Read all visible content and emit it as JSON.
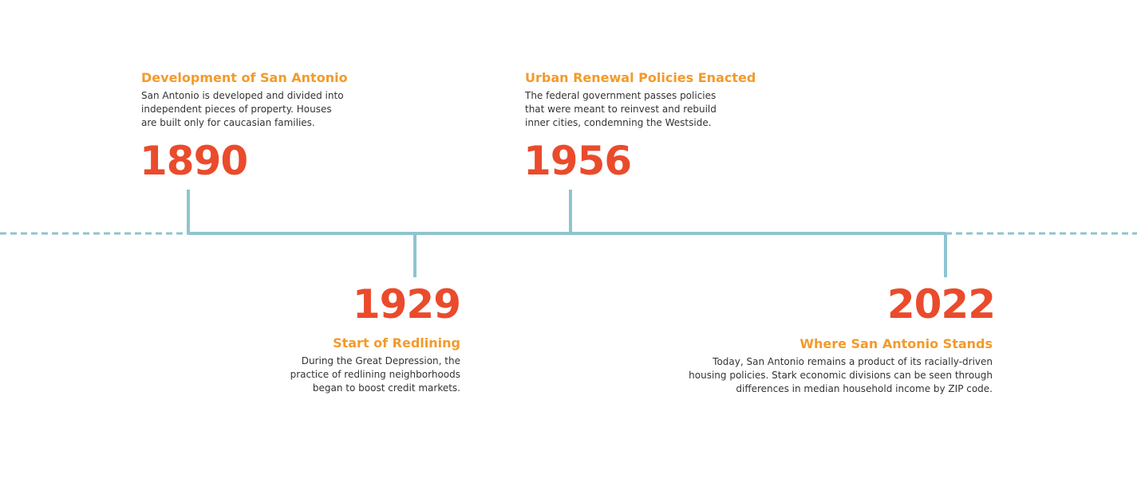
{
  "colors": {
    "line": "#8fc4cf",
    "year": "#ea4b2c",
    "title": "#f39a2b",
    "text": "#333333"
  },
  "events": [
    {
      "year": "1890",
      "title": "Development of San Antonio",
      "description": "San Antonio is developed and divided into\nindependent pieces of property. Houses\nare built only for caucasian families."
    },
    {
      "year": "1929",
      "title": "Start of Redlining",
      "description": "During the Great Depression, the\npractice of redlining neighborhoods\nbegan to boost credit markets."
    },
    {
      "year": "1956",
      "title": "Urban Renewal Policies Enacted",
      "description": "The federal government passes policies\nthat were meant to reinvest and rebuild\ninner cities, condemning the Westside."
    },
    {
      "year": "2022",
      "title": "Where San Antonio Stands",
      "description": "Today, San Antonio remains a product of its racially-driven\nhousing policies. Stark economic divisions can be seen through\ndifferences in median household income by ZIP code."
    }
  ]
}
